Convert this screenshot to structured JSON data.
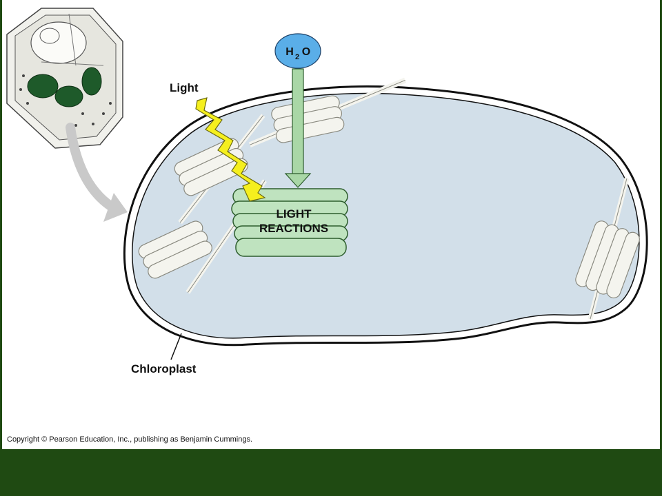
{
  "labels": {
    "light": "Light",
    "water_main": "H",
    "water_sub": "2",
    "water_tail": "O",
    "reactions_line1": "LIGHT",
    "reactions_line2": "REACTIONS",
    "chloroplast": "Chloroplast"
  },
  "copyright": "Copyright © Pearson Education, Inc., publishing as Benjamin Cummings.",
  "colors": {
    "frame": "#1f4a12",
    "stroma": "#d2dfe9",
    "thylakoid_green": "#bfe3bf",
    "thylakoid_white": "#f4f4ee",
    "water_blue": "#5aaee8",
    "arrow_green": "#a9d7a6",
    "light_yellow": "#f5ef1e",
    "cell_green": "#1e5a2a"
  }
}
